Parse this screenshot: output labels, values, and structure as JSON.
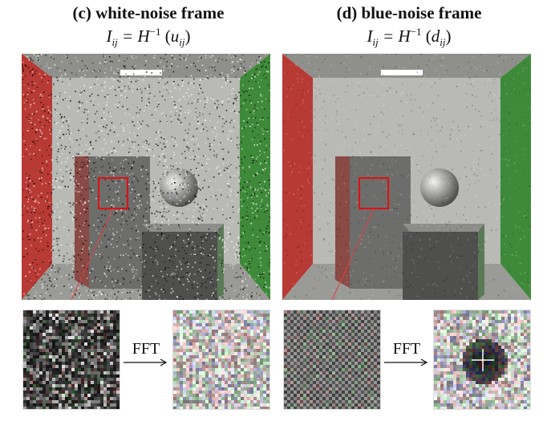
{
  "figure": {
    "panels": [
      {
        "id": "c",
        "title": "(c) white-noise frame",
        "formula_prefix": "I",
        "formula_lhs_sub": "ij",
        "formula_eq": " = H",
        "formula_sup": "−1",
        "formula_arg": "u",
        "formula_arg_sub": "ij",
        "fft_label": "FFT",
        "noise_type": "white"
      },
      {
        "id": "d",
        "title": "(d) blue-noise frame",
        "formula_prefix": "I",
        "formula_lhs_sub": "ij",
        "formula_eq": " = H",
        "formula_sup": "−1",
        "formula_arg": "d",
        "formula_arg_sub": "ij",
        "fft_label": "FFT",
        "noise_type": "blue"
      }
    ],
    "colors": {
      "left_wall": "#b83a34",
      "right_wall": "#3f8a3a",
      "back_wall": "#b9b9b5",
      "ceiling": "#8f8f8b",
      "floor": "#9a9a96",
      "light": "#ffffff",
      "highlight_box": "#e01010",
      "pointer_line": "#e04040"
    }
  }
}
